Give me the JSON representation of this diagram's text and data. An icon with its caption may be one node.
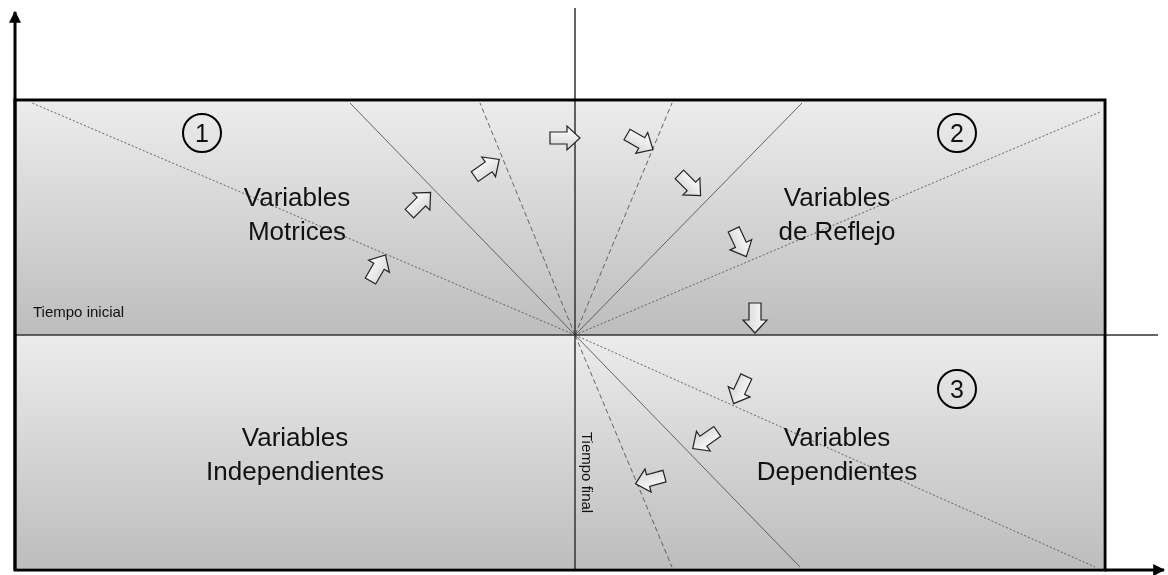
{
  "diagram": {
    "nodes": [
      {
        "text": [
          "Variables Motrices"
        ]
      },
      {
        "text": [
          "Variables de Reflejo"
        ]
      },
      {
        "text": [
          "Variables Dependientes"
        ]
      },
      {
        "text": [
          "Variables Independientes"
        ]
      }
    ],
    "edges": [
      {
        "from": 0,
        "to": 1,
        "arrow": "to"
      },
      {
        "from": 1,
        "to": 2,
        "arrow": "to"
      }
    ],
    "labels": [
      "1",
      "2",
      "3",
      "Tiempo inicial",
      "Tiempo final"
    ]
  }
}
